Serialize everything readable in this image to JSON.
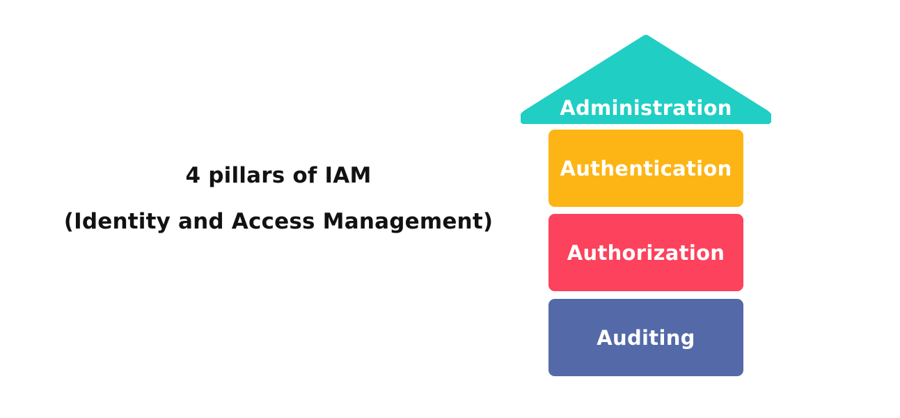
{
  "title": {
    "line1": "4 pillars of IAM",
    "line2": "(Identity and Access Management)",
    "color": "#121212"
  },
  "diagram": {
    "type": "house-stack",
    "shape_name": "four-pillars-house",
    "background": "#ffffff",
    "roof": {
      "label": "Administration",
      "color": "#20CEC4",
      "text_color": "#ffffff",
      "shape": "triangle-roof"
    },
    "pillars": [
      {
        "label": "Authentication",
        "color": "#FDB515",
        "text_color": "#ffffff"
      },
      {
        "label": "Authorization",
        "color": "#FC425C",
        "text_color": "#ffffff"
      },
      {
        "label": "Auditing",
        "color": "#5369A8",
        "text_color": "#ffffff"
      }
    ]
  }
}
